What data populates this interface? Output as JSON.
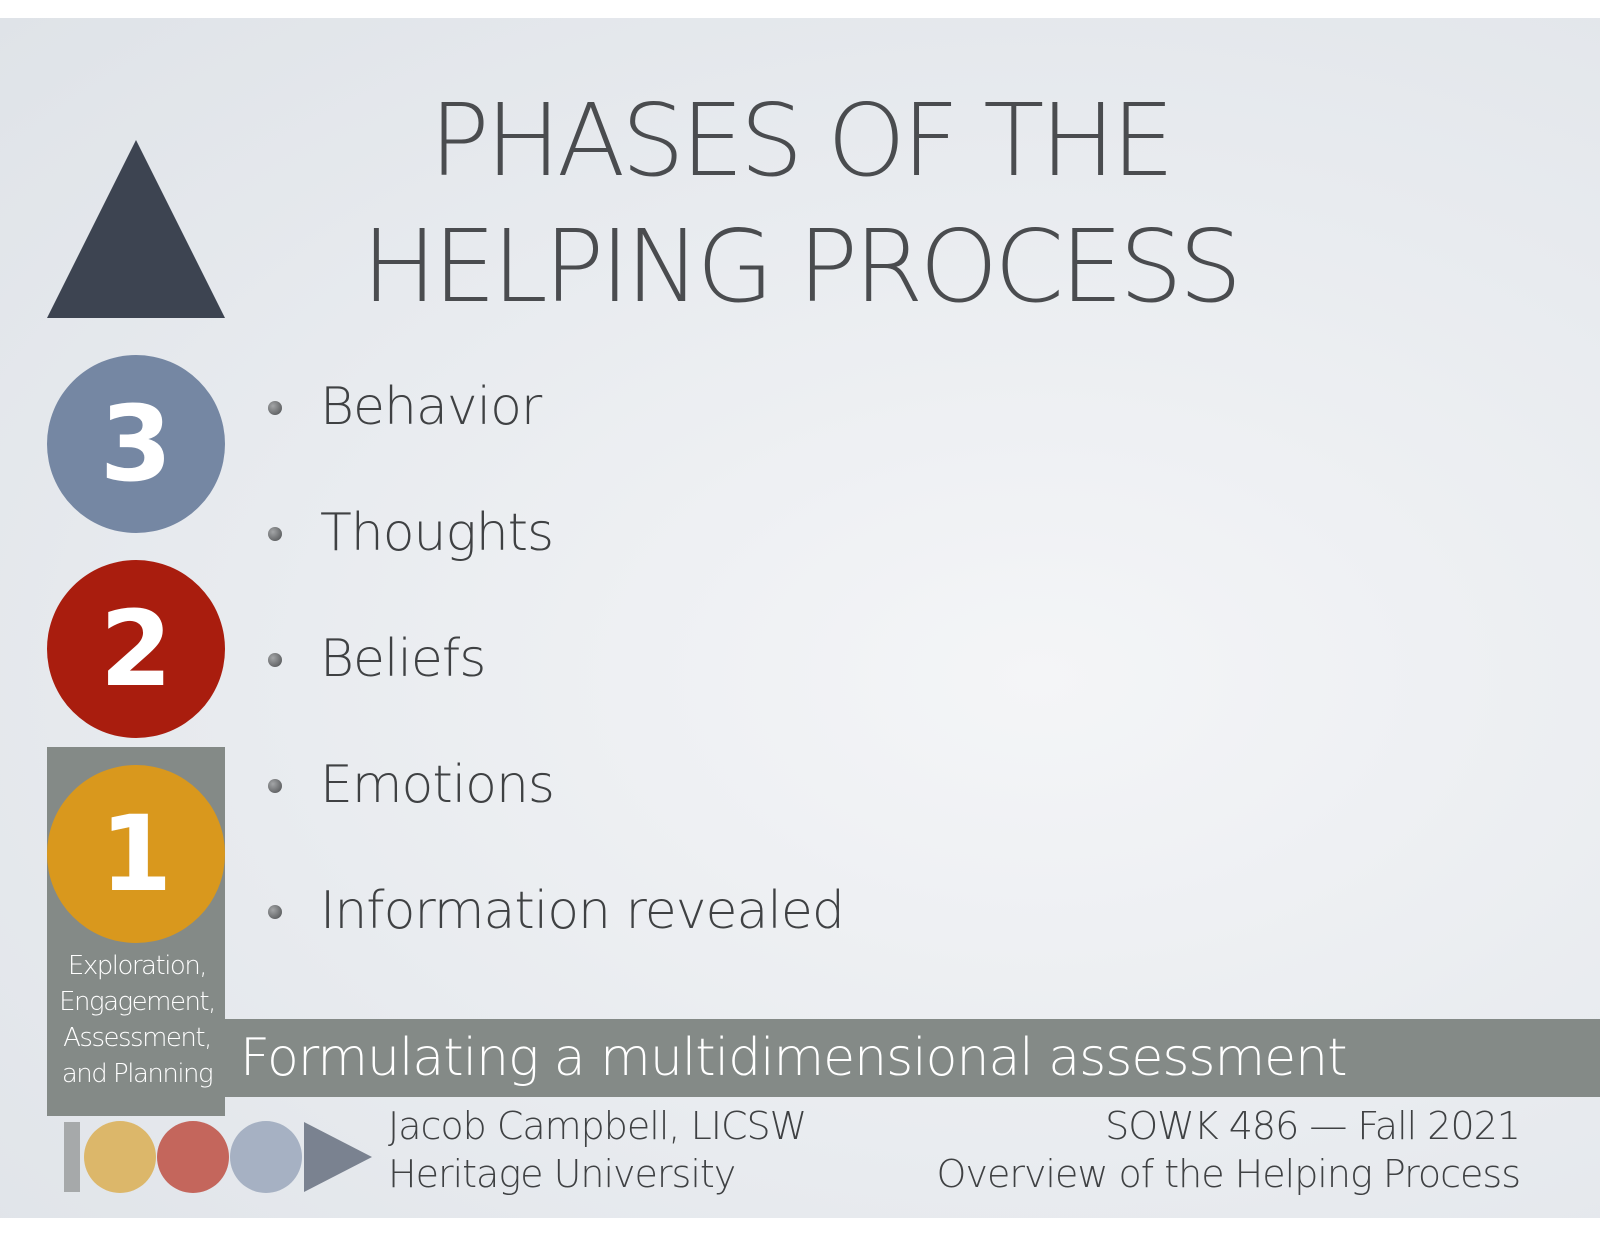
{
  "title": {
    "line1": "PHASES OF THE",
    "line2": "HELPING PROCESS"
  },
  "phases": {
    "phase3_number": "3",
    "phase2_number": "2",
    "phase1_number": "1",
    "phase1_label": [
      "Exploration,",
      "Engagement,",
      "Assessment,",
      "and Planning"
    ],
    "colors": {
      "triangle": "#3d4451",
      "phase3": "#7587a3",
      "phase2": "#a91d0e",
      "phase1": "#d9981d",
      "phase_box": "#848a87"
    }
  },
  "bullets": [
    "Behavior",
    "Thoughts",
    "Beliefs",
    "Emotions",
    "Information revealed"
  ],
  "band": {
    "text": "Formulating a multidimensional assessment"
  },
  "footer": {
    "author": "Jacob Campbell, LICSW",
    "institution": "Heritage University",
    "course": "SOWK 486 — Fall 2021",
    "topic": "Overview of the Helping Process",
    "logo_icons": [
      "bar-icon",
      "yellow-circle-icon",
      "red-circle-icon",
      "blue-circle-icon",
      "arrow-triangle-icon"
    ]
  }
}
